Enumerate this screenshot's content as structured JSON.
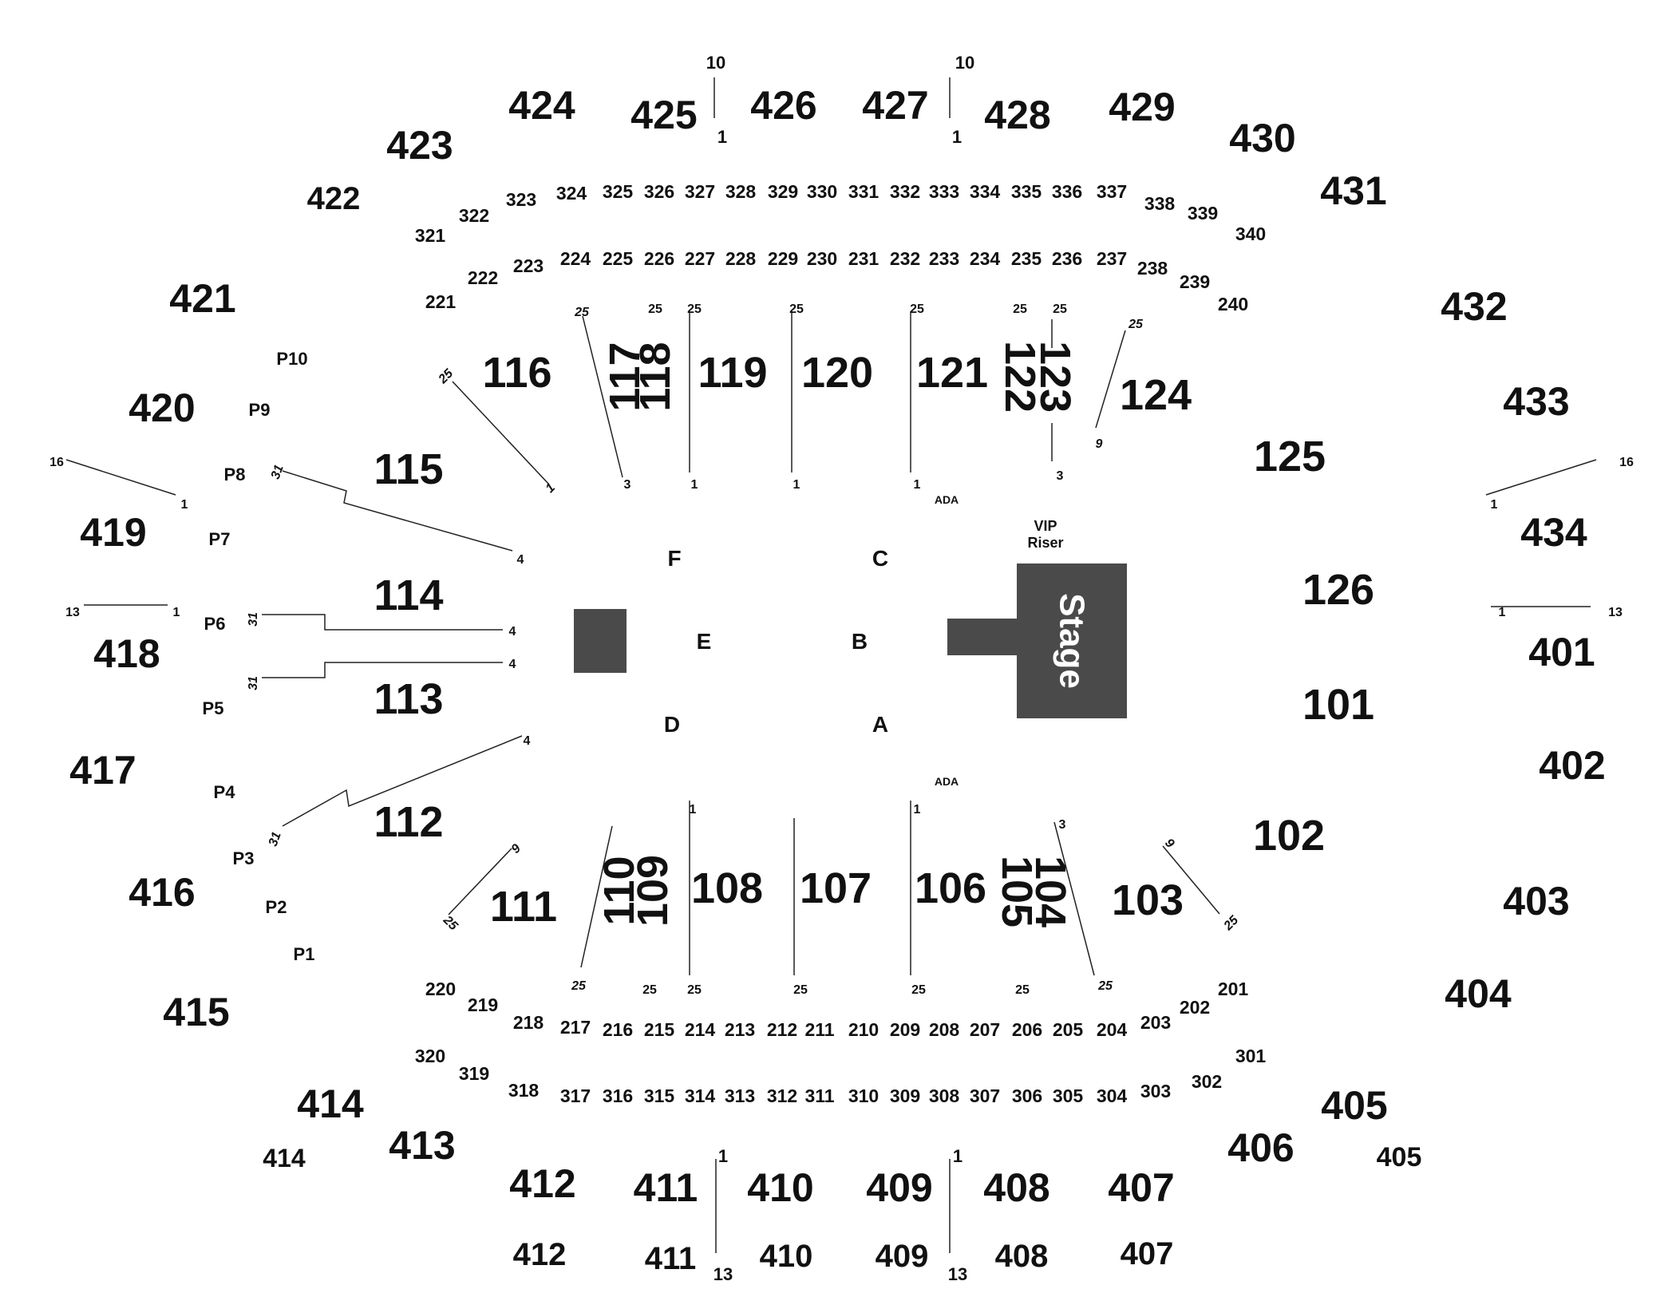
{
  "colors": {
    "background": "#ffffff",
    "text": "#111111",
    "block": "#4a4a4a",
    "stage_text": "#ffffff"
  },
  "stage": {
    "label": "Stage",
    "vip_line1": "VIP",
    "vip_line2": "Riser"
  },
  "floor_sections": {
    "a": "A",
    "b": "B",
    "c": "C",
    "d": "D",
    "e": "E",
    "f": "F"
  },
  "ada": {
    "top": "ADA",
    "bottom": "ADA"
  },
  "sections": {
    "s101": "101",
    "s102": "102",
    "s103": "103",
    "s104": "104",
    "s105": "105",
    "s106": "106",
    "s107": "107",
    "s108": "108",
    "s109": "109",
    "s110": "110",
    "s111": "111",
    "s112": "112",
    "s113": "113",
    "s114": "114",
    "s115": "115",
    "s116": "116",
    "s117": "117",
    "s118": "118",
    "s119": "119",
    "s120": "120",
    "s121": "121",
    "s122": "122",
    "s123": "123",
    "s124": "124",
    "s125": "125",
    "s126": "126",
    "s201": "201",
    "s202": "202",
    "s203": "203",
    "s204": "204",
    "s205": "205",
    "s206": "206",
    "s207": "207",
    "s208": "208",
    "s209": "209",
    "s210": "210",
    "s211": "211",
    "s212": "212",
    "s213": "213",
    "s214": "214",
    "s215": "215",
    "s216": "216",
    "s217": "217",
    "s218": "218",
    "s219": "219",
    "s220": "220",
    "s221": "221",
    "s222": "222",
    "s223": "223",
    "s224": "224",
    "s225": "225",
    "s226": "226",
    "s227": "227",
    "s228": "228",
    "s229": "229",
    "s230": "230",
    "s231": "231",
    "s232": "232",
    "s233": "233",
    "s234": "234",
    "s235": "235",
    "s236": "236",
    "s237": "237",
    "s238": "238",
    "s239": "239",
    "s240": "240",
    "s301": "301",
    "s302": "302",
    "s303": "303",
    "s304": "304",
    "s305": "305",
    "s306": "306",
    "s307": "307",
    "s308": "308",
    "s309": "309",
    "s310": "310",
    "s311": "311",
    "s312": "312",
    "s313": "313",
    "s314": "314",
    "s315": "315",
    "s316": "316",
    "s317": "317",
    "s318": "318",
    "s319": "319",
    "s320": "320",
    "s321": "321",
    "s322": "322",
    "s323": "323",
    "s324": "324",
    "s325": "325",
    "s326": "326",
    "s327": "327",
    "s328": "328",
    "s329": "329",
    "s330": "330",
    "s331": "331",
    "s332": "332",
    "s333": "333",
    "s334": "334",
    "s335": "335",
    "s336": "336",
    "s337": "337",
    "s338": "338",
    "s339": "339",
    "s340": "340",
    "s401": "401",
    "s402": "402",
    "s403": "403",
    "s404": "404",
    "s405": "405",
    "s406": "406",
    "s407": "407",
    "s408": "408",
    "s409": "409",
    "s410": "410",
    "s411": "411",
    "s412": "412",
    "s413": "413",
    "s414": "414",
    "s415": "415",
    "s416": "416",
    "s417": "417",
    "s418": "418",
    "s419": "419",
    "s420": "420",
    "s421": "421",
    "s422": "422",
    "s423": "423",
    "s424": "424",
    "s425": "425",
    "s426": "426",
    "s427": "427",
    "s428": "428",
    "s429": "429",
    "s430": "430",
    "s431": "431",
    "s432": "432",
    "s433": "433",
    "s434": "434",
    "p1": "P1",
    "p2": "P2",
    "p3": "P3",
    "p4": "P4",
    "p5": "P5",
    "p6": "P6",
    "p7": "P7",
    "p8": "P8",
    "p9": "P9",
    "p10": "P10"
  },
  "rows": {
    "r1": "1",
    "r3": "3",
    "r4": "4",
    "r9": "9",
    "r10": "10",
    "r13": "13",
    "r16": "16",
    "r25": "25",
    "r31": "31"
  }
}
